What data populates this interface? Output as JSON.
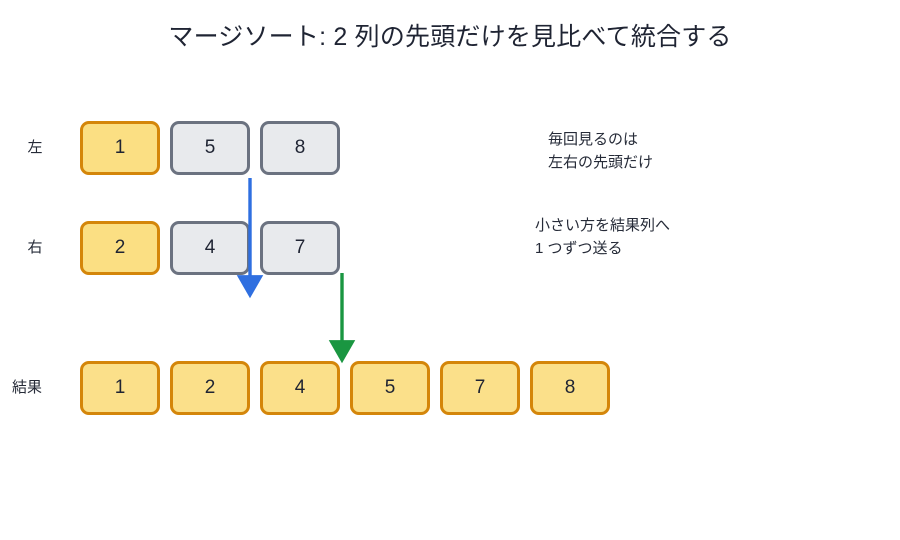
{
  "title": "マージソート: 2 列の先頭だけを見比べて統合する",
  "rows": {
    "left": {
      "label": "左",
      "cells": [
        {
          "value": "1",
          "state": "highlight"
        },
        {
          "value": "5",
          "state": "normal"
        },
        {
          "value": "8",
          "state": "normal"
        }
      ]
    },
    "right": {
      "label": "右",
      "cells": [
        {
          "value": "2",
          "state": "highlight"
        },
        {
          "value": "4",
          "state": "normal"
        },
        {
          "value": "7",
          "state": "normal"
        }
      ]
    },
    "result": {
      "label": "結果",
      "cells": [
        {
          "value": "1",
          "state": "result"
        },
        {
          "value": "2",
          "state": "result"
        },
        {
          "value": "4",
          "state": "result"
        },
        {
          "value": "5",
          "state": "result"
        },
        {
          "value": "7",
          "state": "result"
        },
        {
          "value": "8",
          "state": "result"
        }
      ]
    }
  },
  "notes": [
    {
      "text": "毎回見るのは\n左右の先頭だけ"
    },
    {
      "text": "小さい方を結果列へ\n1 つずつ送る"
    }
  ],
  "arrows": [
    {
      "name": "compare-arrow",
      "color": "#2f6fe0"
    },
    {
      "name": "emit-arrow",
      "color": "#1a9641"
    }
  ],
  "colors": {
    "title_text": "#1f2433",
    "highlight_fill": "#fbdf83",
    "highlight_border": "#d4860a",
    "normal_fill": "#e8eaed",
    "normal_border": "#6b7280",
    "result_fill": "#fbe08a",
    "result_border": "#d4860a",
    "arrow_blue": "#2f6fe0",
    "arrow_green": "#1a9641",
    "background": "#ffffff"
  }
}
